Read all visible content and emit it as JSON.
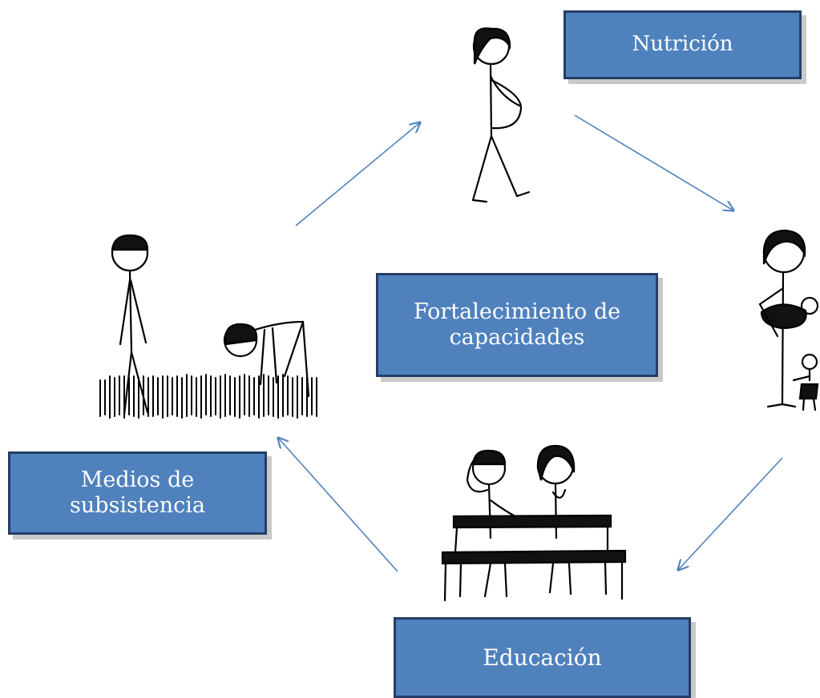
{
  "diagram": {
    "center_label": "Fortalecimiento de\ncapacidades",
    "nodes": [
      {
        "id": "nutricion",
        "label": "Nutrición",
        "illustration": "pregnant-woman-figure"
      },
      {
        "id": "cuidado",
        "label": "",
        "illustration": "mother-with-children-figure"
      },
      {
        "id": "educacion",
        "label": "Educación",
        "illustration": "students-at-desk-figure"
      },
      {
        "id": "medios",
        "label": "Medios de\nsubsistencia",
        "illustration": "farmers-in-field-figure"
      }
    ],
    "arrow_color": "#4f81bd",
    "box_color": "#4f81bd",
    "box_border_color": "#253d66",
    "cycle_direction": "clockwise"
  }
}
